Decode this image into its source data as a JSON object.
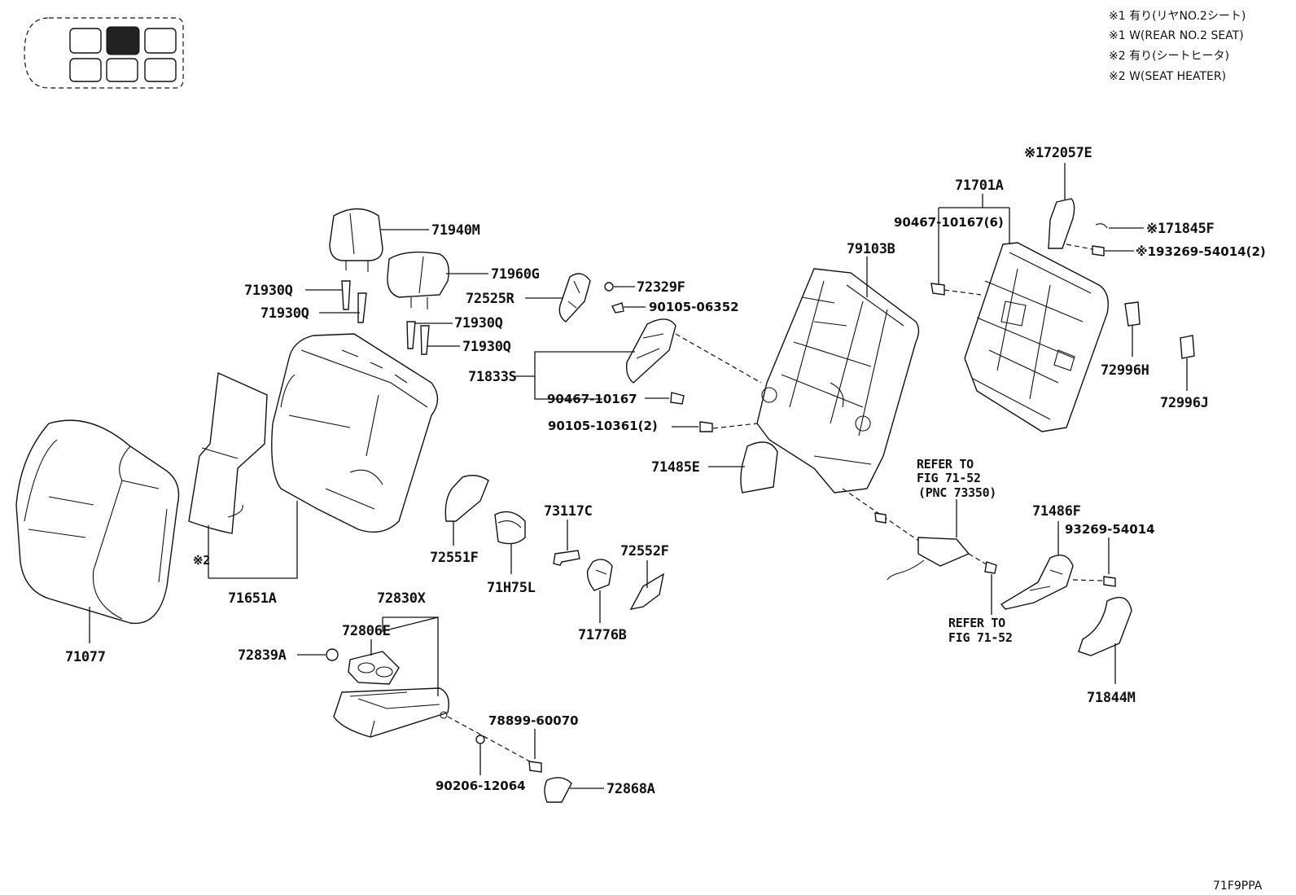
{
  "notes": [
    "※1 有り(リヤNO.2シート)",
    "※1 W(REAR NO.2 SEAT)",
    "※2 有り(シートヒータ)",
    "※2 W(SEAT HEATER)"
  ],
  "figure_code": "71F9PPA",
  "parts": {
    "p71940M": "71940M",
    "p71960G": "71960G",
    "p71930Q_1": "71930Q",
    "p71930Q_2": "71930Q",
    "p71930Q_3": "71930Q",
    "p71930Q_4": "71930Q",
    "p72525R": "72525R",
    "p72329F": "72329F",
    "p90105_06352": "90105-06352",
    "p71833S": "71833S",
    "p90467_10167": "90467-10167",
    "p90105_10361": "90105-10361(2)",
    "p71485E": "71485E",
    "p79103B": "79103B",
    "p71701A": "71701A",
    "p90467_10167_6": "90467-10167(6)",
    "p72057E": "※172057E",
    "p71845F": "※171845F",
    "p93269_54014_2": "※193269-54014(2)",
    "p72996H": "72996H",
    "p72996J": "72996J",
    "p71077": "71077",
    "p71651A": "71651A",
    "p_note2": "※2",
    "p72551F": "72551F",
    "p71H75L": "71H75L",
    "p73117C": "73117C",
    "p72552F": "72552F",
    "p71776B": "71776B",
    "p72830X": "72830X",
    "p72806E": "72806E",
    "p72839A": "72839A",
    "p78899_60070": "78899-60070",
    "p90206_12064": "90206-12064",
    "p72868A": "72868A",
    "p71486F": "71486F",
    "p93269_54014": "93269-54014",
    "p71844M": "71844M"
  },
  "refers": {
    "ref1_line1": "REFER TO",
    "ref1_line2": "FIG 71-52",
    "ref1_line3": "(PNC 73350)",
    "ref2_line1": "REFER TO",
    "ref2_line2": "FIG 71-52"
  },
  "seat_map": {
    "highlighted_position": "row 2, center",
    "highlight_color": "#000000"
  }
}
